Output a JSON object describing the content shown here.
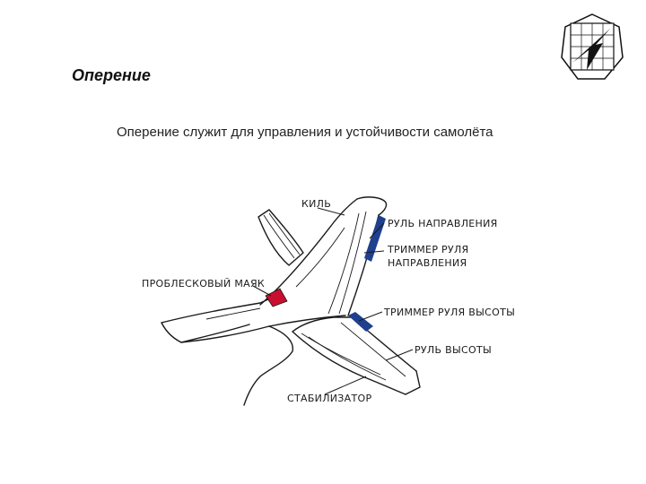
{
  "slide": {
    "title": "Оперение",
    "subtitle": "Оперение служит для управления и устойчивости самолёта"
  },
  "logo": {
    "icon": "university-logo-icon"
  },
  "diagram": {
    "labels": {
      "fin": "КИЛЬ",
      "rudder": "РУЛЬ НАПРАВЛЕНИЯ",
      "rudder_trim_1": "ТРИММЕР РУЛЯ",
      "rudder_trim_2": "НАПРАВЛЕНИЯ",
      "beacon": "ПРОБЛЕСКОВЫЙ МАЯК",
      "elevator_trim": "ТРИММЕР РУЛЯ ВЫСОТЫ",
      "elevator": "РУЛЬ ВЫСОТЫ",
      "stabilizer": "СТАБИЛИЗАТОР"
    },
    "colors": {
      "beacon": "#c8102e",
      "trim": "#1f3f8f"
    }
  }
}
